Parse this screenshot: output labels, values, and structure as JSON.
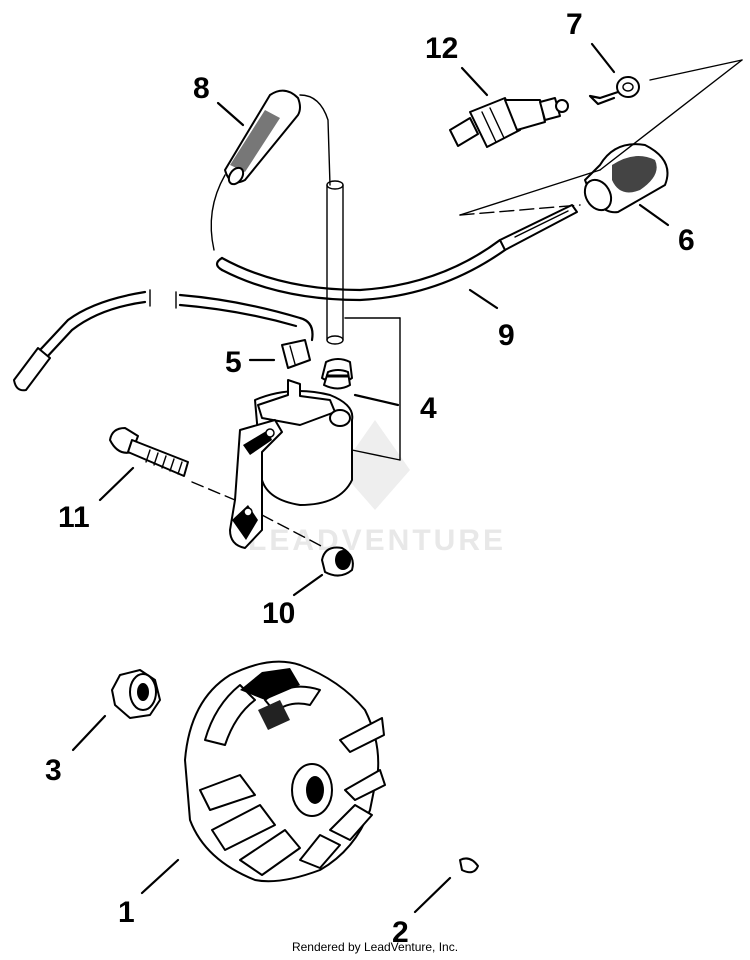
{
  "callouts": {
    "c1": "1",
    "c2": "2",
    "c3": "3",
    "c4": "4",
    "c5": "5",
    "c6": "6",
    "c7": "7",
    "c8": "8",
    "c9": "9",
    "c10": "10",
    "c11": "11",
    "c12": "12"
  },
  "watermark": "LEADVENTURE",
  "footer": "Rendered by LeadVenture, Inc."
}
